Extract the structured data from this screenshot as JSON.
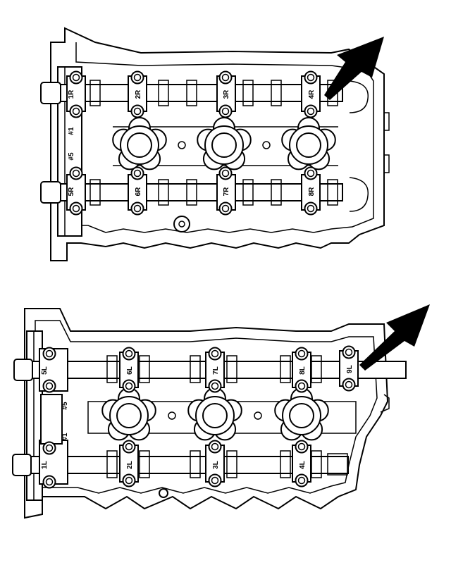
{
  "upper_head": {
    "labels": [
      "1R",
      "#1",
      "#5",
      "5R",
      "2R",
      "3R",
      "4R",
      "6R",
      "7R",
      "8R"
    ]
  },
  "lower_head": {
    "labels": [
      "5L",
      "#5",
      "#1",
      "1L",
      "6L",
      "7L",
      "8L",
      "9L",
      "2L",
      "3L",
      "4L"
    ]
  },
  "icons": [
    "arrow-icon",
    "bolt-icon",
    "sprocket-icon"
  ]
}
